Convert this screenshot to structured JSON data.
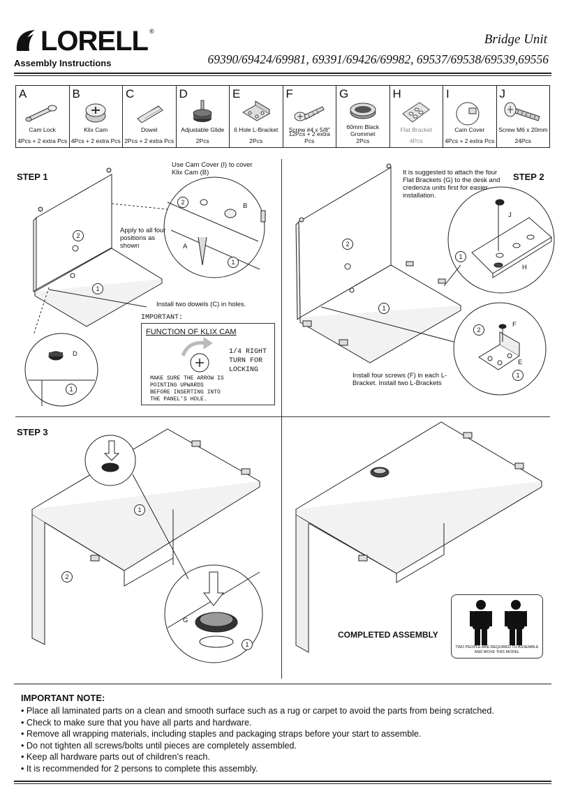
{
  "header": {
    "brand": "LORELL",
    "subtitle": "Assembly Instructions",
    "product_name": "Bridge Unit",
    "models": "69390/69424/69981, 69391/69426/69982, 69537/69538/69539,69556"
  },
  "parts": [
    {
      "letter": "A",
      "name": "Cam Lock",
      "qty": "4Pcs + 2 extra Pcs",
      "icon": "cam-lock-icon"
    },
    {
      "letter": "B",
      "name": "Klix Cam",
      "qty": "4Pcs + 2 extra Pcs",
      "icon": "klix-cam-icon"
    },
    {
      "letter": "C",
      "name": "Dowel",
      "qty": "2Pcs + 2 extra Pcs",
      "icon": "dowel-icon"
    },
    {
      "letter": "D",
      "name": "Adjustable Glide",
      "qty": "2Pcs",
      "icon": "glide-icon"
    },
    {
      "letter": "E",
      "name": "6 Hole L-Bracket",
      "qty": "2Pcs",
      "icon": "l-bracket-icon"
    },
    {
      "letter": "F",
      "name": "Screw #4 x 5/8\"",
      "qty": "12Pcs + 2 extra Pcs",
      "icon": "screw-icon"
    },
    {
      "letter": "G",
      "name": "60mm Black Grommet",
      "qty": "2Pcs",
      "icon": "grommet-icon"
    },
    {
      "letter": "H",
      "name": "Flat Bracket",
      "qty": "4Pcs",
      "icon": "flat-bracket-icon"
    },
    {
      "letter": "I",
      "name": "Cam Cover",
      "qty": "4Pcs + 2 extra Pcs",
      "icon": "cam-cover-icon"
    },
    {
      "letter": "J",
      "name": "Screw M6 x 20mm",
      "qty": "24Pcs",
      "icon": "machine-screw-icon"
    }
  ],
  "step1": {
    "title": "STEP 1",
    "note_cam_cover": "Use Cam Cover (I) to cover Klix Cam (B)",
    "note_apply": "Apply to all four positions as shown",
    "note_dowels": "Install two dowels (C) in holes.",
    "labels": {
      "a": "A",
      "b": "B",
      "d": "D",
      "n1": "1",
      "n2": "2"
    }
  },
  "klix": {
    "important": "IMPORTANT:",
    "title": "FUNCTION OF KLIX CAM",
    "turn": "1/4 RIGHT TURN FOR LOCKING",
    "arrow_note": "MAKE SURE THE ARROW IS POINTING UPWARDS BEFORE INSERTING INTO THE PANEL'S HOLE."
  },
  "step2": {
    "title": "STEP 2",
    "note_suggest": "It is suggested to attach the four Flat Brackets (G) to the desk and credenza units first for easier installation.",
    "note_screws": "Install four screws (F) in each L-Bracket. Install two L-Brackets",
    "labels": {
      "j": "J",
      "h": "H",
      "f": "F",
      "e": "E"
    }
  },
  "step3": {
    "title": "STEP 3",
    "labels": {
      "g": "G"
    }
  },
  "completed": {
    "title": "COMPLETED ASSEMBLY",
    "people_note": "TWO PEOPLE ARE REQUIRED TO ASSEMBLE AND MOVE THIS MODEL"
  },
  "important_note": {
    "title": "IMPORTANT NOTE:",
    "items": [
      "• Place all laminated parts on a clean and smooth surface such as a rug or carpet to avoid the parts from being scratched.",
      "• Check to make sure that you have all parts and hardware.",
      "• Remove all wrapping materials, including staples and packaging straps before your start to assemble.",
      "• Do not tighten all screws/bolts until pieces are completely assembled.",
      "• Keep all hardware parts out of children’s reach.",
      "• It is recommended for 2 persons to complete this assembly."
    ]
  }
}
